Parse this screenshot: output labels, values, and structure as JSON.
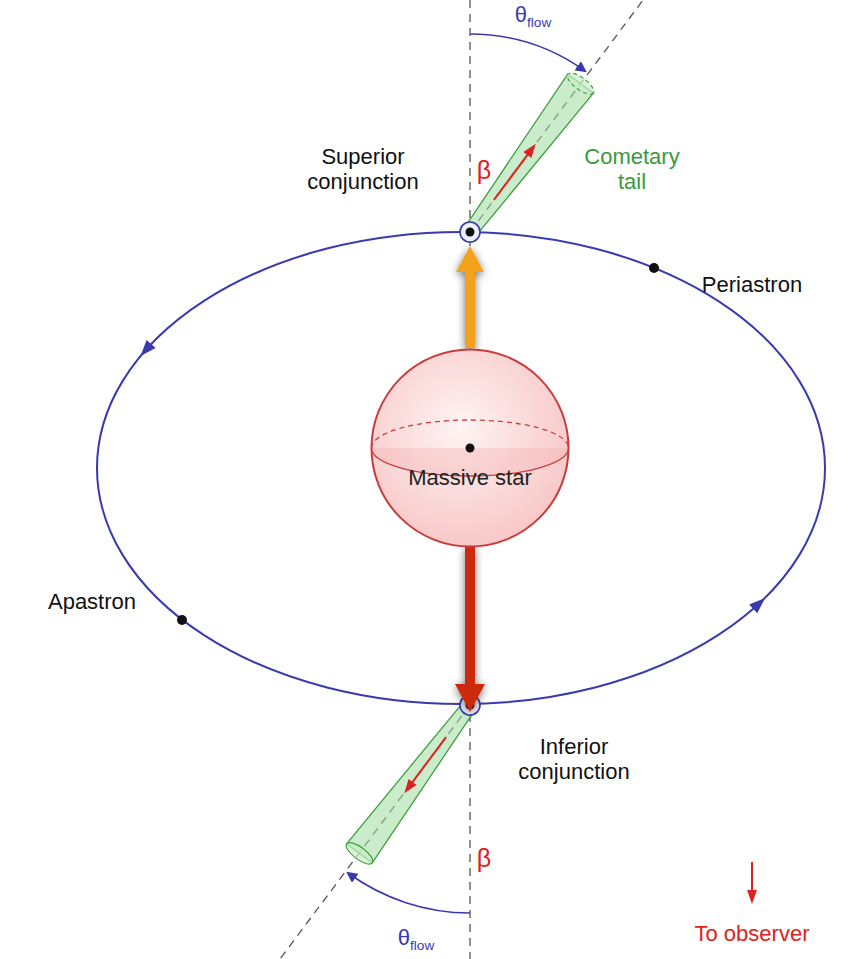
{
  "diagram": {
    "nodes": [
      {
        "text": [
          "Massive star"
        ]
      }
    ],
    "labels": [
      "θflow",
      "β",
      "Superior conjunction",
      "Cometary tail",
      "Periastron",
      "Apastron",
      "Inferior conjunction",
      "β",
      "θflow",
      "To observer"
    ]
  }
}
